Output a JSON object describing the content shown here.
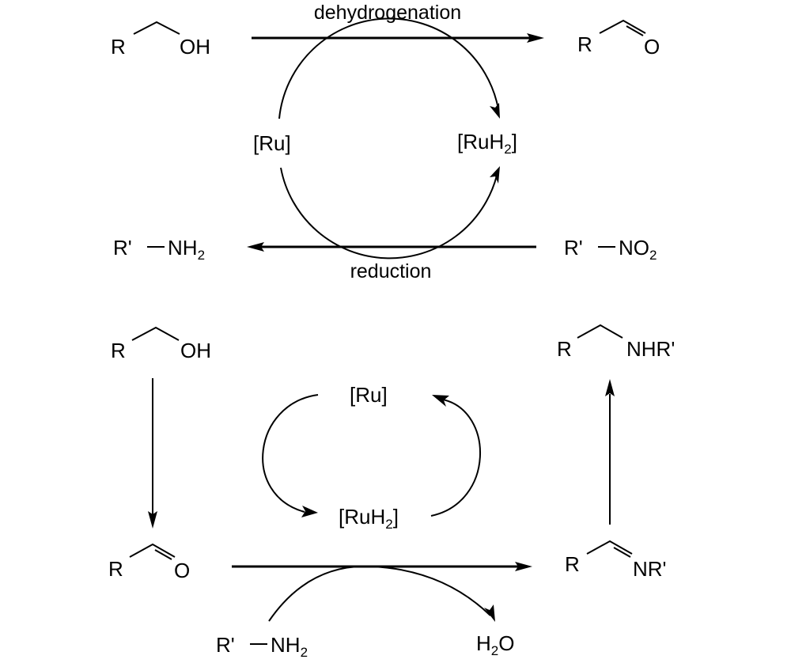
{
  "top_scheme": {
    "dehydrogenation": {
      "reactant": {
        "r": "R",
        "group": "OH"
      },
      "product": {
        "r": "R",
        "group": "O"
      },
      "label": "dehydrogenation"
    },
    "catalyst": {
      "ru": "[Ru]",
      "ruh2_main": "[RuH",
      "ruh2_sub": "2",
      "ruh2_close": "]"
    },
    "reduction": {
      "reactant": {
        "r": "R'",
        "group": "NO",
        "sub": "2"
      },
      "product": {
        "r": "R'",
        "group": "NH",
        "sub": "2"
      },
      "label": "reduction"
    }
  },
  "bottom_scheme": {
    "alcohol": {
      "r": "R",
      "group": "OH"
    },
    "aldehyde": {
      "r": "R",
      "group": "O"
    },
    "amine_final": {
      "r": "R",
      "group": "NHR'"
    },
    "imine": {
      "r": "R",
      "group": "NR'"
    },
    "catalyst": {
      "ru": "[Ru]",
      "ruh2_main": "[RuH",
      "ruh2_sub": "2",
      "ruh2_close": "]"
    },
    "amine_reagent": {
      "r": "R'",
      "group": "NH",
      "sub": "2"
    },
    "water": {
      "h": "H",
      "sub": "2",
      "o": "O"
    }
  }
}
